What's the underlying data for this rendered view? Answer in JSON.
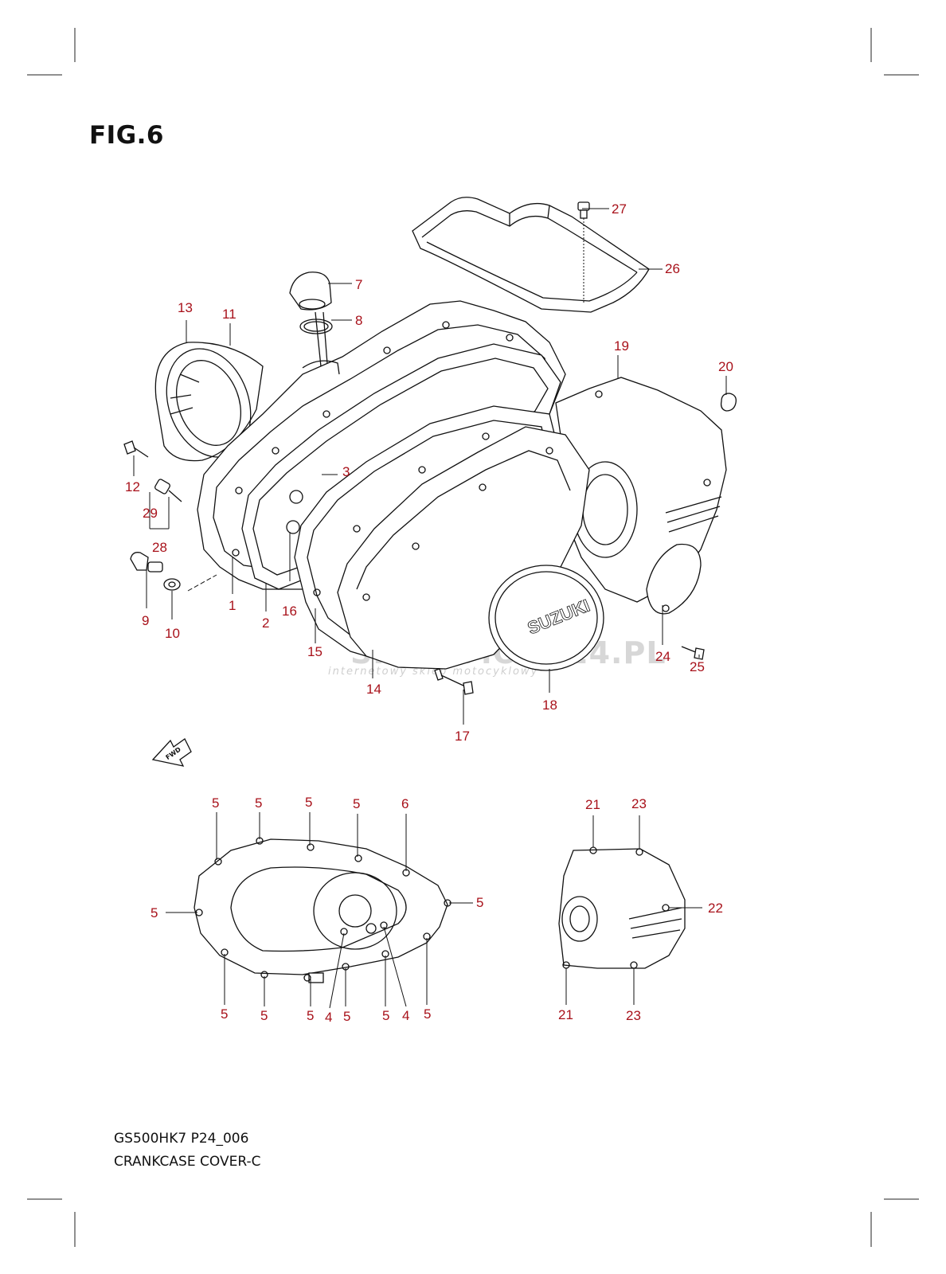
{
  "figure": {
    "title": "FIG.6"
  },
  "footer": {
    "model_code": "GS500HK7 P24_006",
    "caption": "CRANKCASE COVER-C"
  },
  "watermark": {
    "main": "SKLEPMOTO24.PL",
    "sub": "internetowy sklep motocyklowy"
  },
  "badge": {
    "text": "SUZUKI"
  },
  "fwd_mark": {
    "text": "FWD"
  },
  "colors": {
    "callout": "#a8111a",
    "line": "#111111"
  },
  "callouts": {
    "c1": "1",
    "c2": "2",
    "c3": "3",
    "c7": "7",
    "c8": "8",
    "c9": "9",
    "c10": "10",
    "c11": "11",
    "c12": "12",
    "c13": "13",
    "c14": "14",
    "c15": "15",
    "c16": "16",
    "c17": "17",
    "c18": "18",
    "c19": "19",
    "c20": "20",
    "c24": "24",
    "c25": "25",
    "c26": "26",
    "c27": "27",
    "c28": "28",
    "c29": "29"
  },
  "gasket_callouts": {
    "t1": "5",
    "t2": "5",
    "t3": "5",
    "t4": "5",
    "t5": "6",
    "left": "5",
    "right": "5",
    "b1": "5",
    "b2": "5",
    "b3": "5",
    "b4": "4",
    "b5": "5",
    "b6": "5",
    "b7": "4",
    "b8": "5"
  },
  "cover_callouts": {
    "tl": "21",
    "tr": "23",
    "r": "22",
    "bl": "21",
    "br": "23"
  }
}
